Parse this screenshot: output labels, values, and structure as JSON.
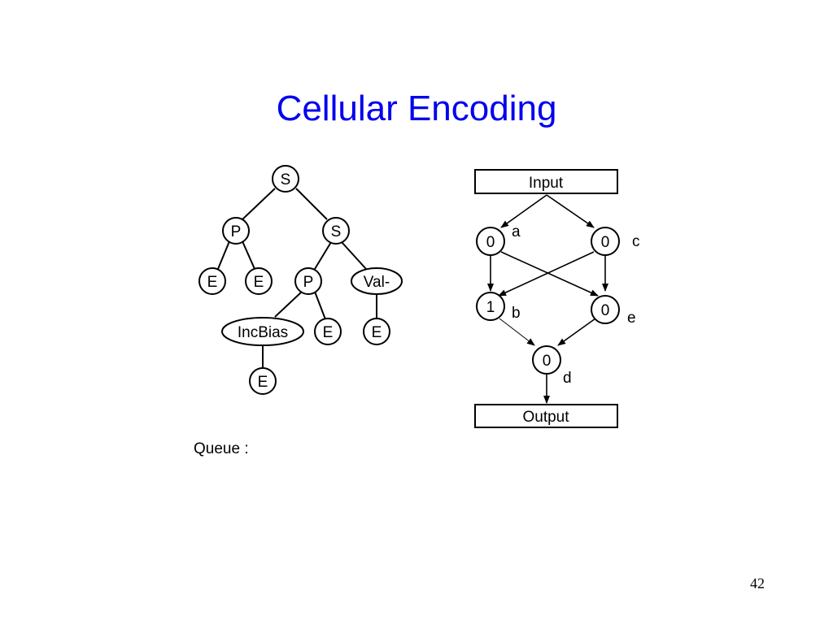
{
  "slide": {
    "title": "Cellular Encoding",
    "queue_label": "Queue :",
    "page_number": "42"
  },
  "tree": {
    "nodes": [
      {
        "id": "s1",
        "label": "S"
      },
      {
        "id": "p1",
        "label": "P"
      },
      {
        "id": "s2",
        "label": "S"
      },
      {
        "id": "e1",
        "label": "E"
      },
      {
        "id": "e2",
        "label": "E"
      },
      {
        "id": "p2",
        "label": "P"
      },
      {
        "id": "val",
        "label": "Val-"
      },
      {
        "id": "inc",
        "label": "IncBias"
      },
      {
        "id": "e3",
        "label": "E"
      },
      {
        "id": "e4",
        "label": "E"
      },
      {
        "id": "e5",
        "label": "E"
      }
    ]
  },
  "network": {
    "input_label": "Input",
    "output_label": "Output",
    "nodes": [
      {
        "id": "a",
        "value": "0",
        "name": "a"
      },
      {
        "id": "c",
        "value": "0",
        "name": "c"
      },
      {
        "id": "b",
        "value": "1",
        "name": "b"
      },
      {
        "id": "e",
        "value": "0",
        "name": "e"
      },
      {
        "id": "d",
        "value": "0",
        "name": "d"
      }
    ]
  }
}
